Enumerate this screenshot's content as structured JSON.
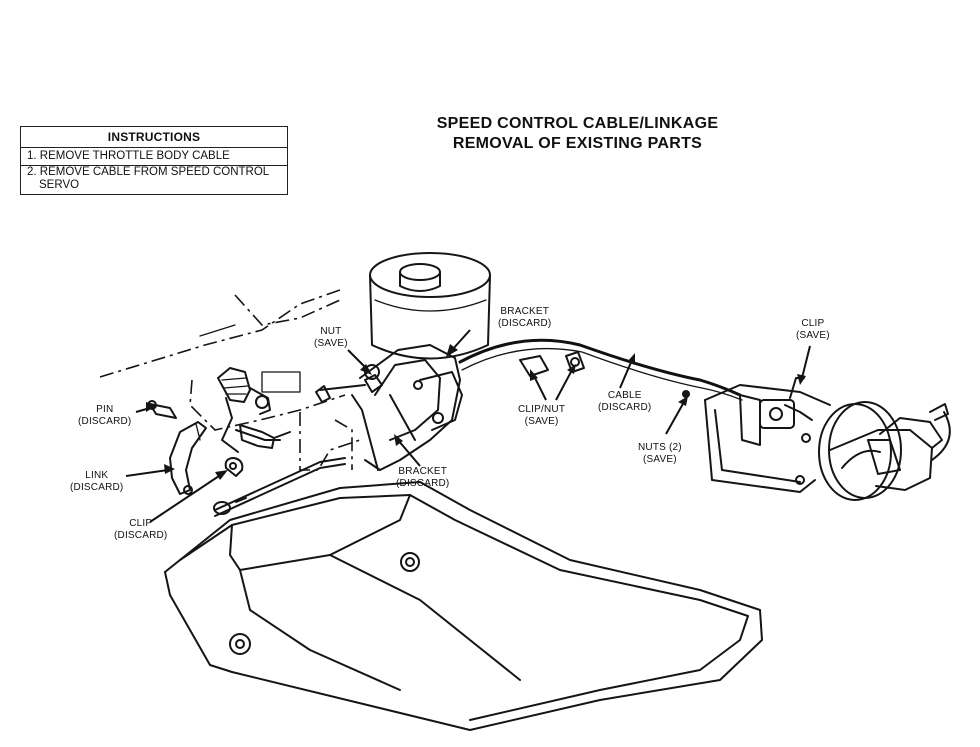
{
  "instructions": {
    "title": "INSTRUCTIONS",
    "steps": [
      {
        "line1": "1. REMOVE THROTTLE BODY CABLE",
        "line2": ""
      },
      {
        "line1": "2. REMOVE CABLE FROM SPEED CONTROL",
        "line2": "SERVO"
      }
    ]
  },
  "title": {
    "line1": "SPEED CONTROL CABLE/LINKAGE",
    "line2": "REMOVAL OF EXISTING PARTS"
  },
  "callouts": {
    "bracket_top": {
      "line1": "BRACKET",
      "line2": "(DISCARD)"
    },
    "nut": {
      "line1": "NUT",
      "line2": "(SAVE)"
    },
    "pin": {
      "line1": "PIN",
      "line2": "(DISCARD)"
    },
    "link": {
      "line1": "LINK",
      "line2": "(DISCARD)"
    },
    "clip_left": {
      "line1": "CLIP",
      "line2": "(DISCARD)"
    },
    "bracket_bottom": {
      "line1": "BRACKET",
      "line2": "(DISCARD)"
    },
    "clip_nut": {
      "line1": "CLIP/NUT",
      "line2": "(SAVE)"
    },
    "cable": {
      "line1": "CABLE",
      "line2": "(DISCARD)"
    },
    "nuts": {
      "line1": "NUTS (2)",
      "line2": "(SAVE)"
    },
    "clip_right": {
      "line1": "CLIP",
      "line2": "(SAVE)"
    }
  }
}
